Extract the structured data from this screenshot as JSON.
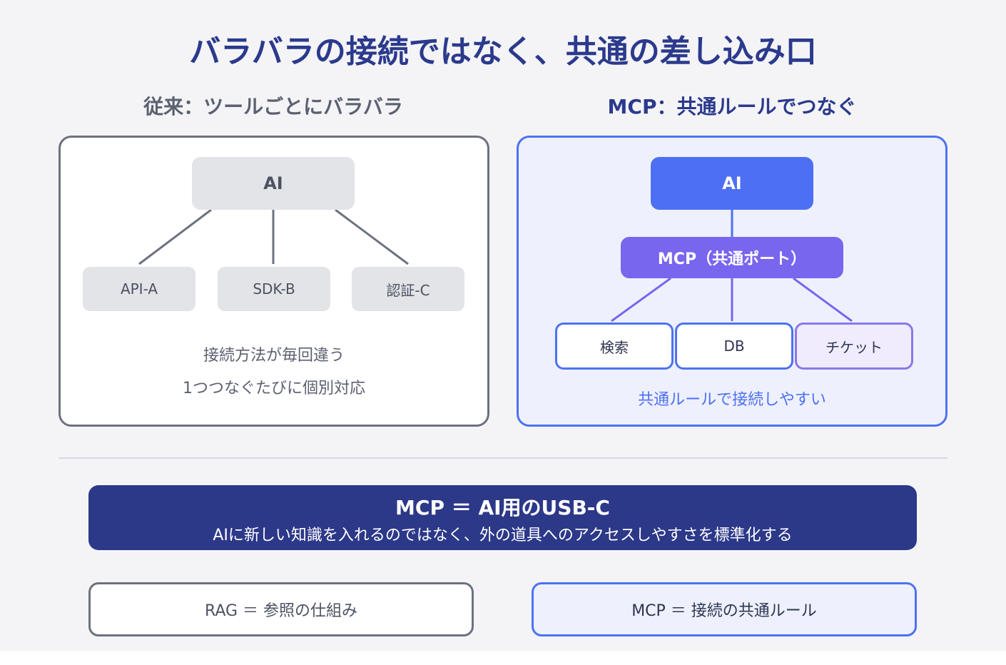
{
  "title": "バラバラの接続ではなく、共通の差し込み口",
  "left": {
    "heading": "従来：ツールごとにバラバラ",
    "ai_label": "AI",
    "nodes": [
      "API-A",
      "SDK-B",
      "認証-C"
    ],
    "note_lines": [
      "接続方法が毎回違う",
      "1つつなぐたびに個別対応"
    ]
  },
  "right": {
    "heading": "MCP：共通ルールでつなぐ",
    "ai_label": "AI",
    "mcp_label": "MCP（共通ポート）",
    "tools": [
      "検索",
      "DB",
      "チケット"
    ],
    "note": "共通ルールで接続しやすい"
  },
  "summary": {
    "title": "MCP ＝ AI用のUSB-C",
    "subtitle": "AIに新しい知識を入れるのではなく、外の道具へのアクセスしやすさを標準化する"
  },
  "bottom": {
    "rag": "RAG ＝ 参照の仕組み",
    "mcp": "MCP ＝ 接続の共通ルール"
  },
  "colors": {
    "navy": "#2c3888",
    "blue": "#4d6ff4",
    "purple": "#7866ee",
    "gray_border": "#6b7280",
    "gray_fill": "#e3e4e8"
  }
}
